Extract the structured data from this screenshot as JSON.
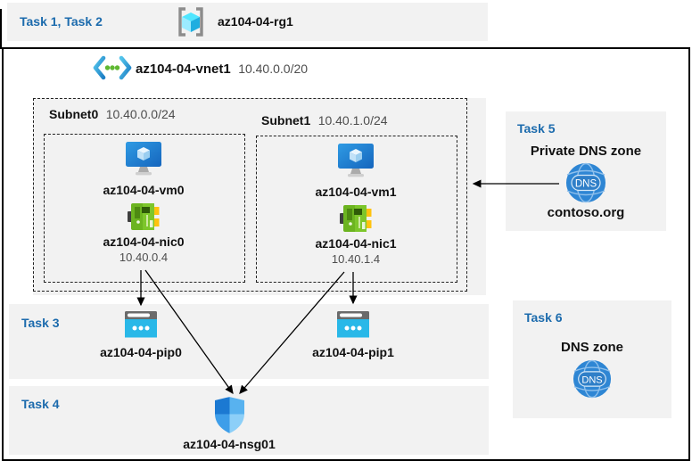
{
  "palette": {
    "task_accent": "#1C6BAD",
    "band_gray": "#F2F2F2",
    "text_muted": "#4D4D4D",
    "arrow": "#000000"
  },
  "header": {
    "task_label": "Task 1, Task 2",
    "rg_name": "az104-04-rg1"
  },
  "vnet": {
    "name": "az104-04-vnet1",
    "cidr": "10.40.0.0/20"
  },
  "subnets": [
    {
      "name": "Subnet0",
      "cidr": "10.40.0.0/24",
      "vm": "az104-04-vm0",
      "nic": "az104-04-nic0",
      "ip": "10.40.0.4"
    },
    {
      "name": "Subnet1",
      "cidr": "10.40.1.0/24",
      "vm": "az104-04-vm1",
      "nic": "az104-04-nic1",
      "ip": "10.40.1.4"
    }
  ],
  "task3": {
    "label": "Task 3",
    "pips": [
      "az104-04-pip0",
      "az104-04-pip1"
    ]
  },
  "task4": {
    "label": "Task 4",
    "nsg": "az104-04-nsg01"
  },
  "task5": {
    "label": "Task 5",
    "title": "Private DNS zone",
    "zone": "contoso.org",
    "icon_text": "DNS"
  },
  "task6": {
    "label": "Task 6",
    "title": "DNS zone",
    "icon_text": "DNS"
  }
}
